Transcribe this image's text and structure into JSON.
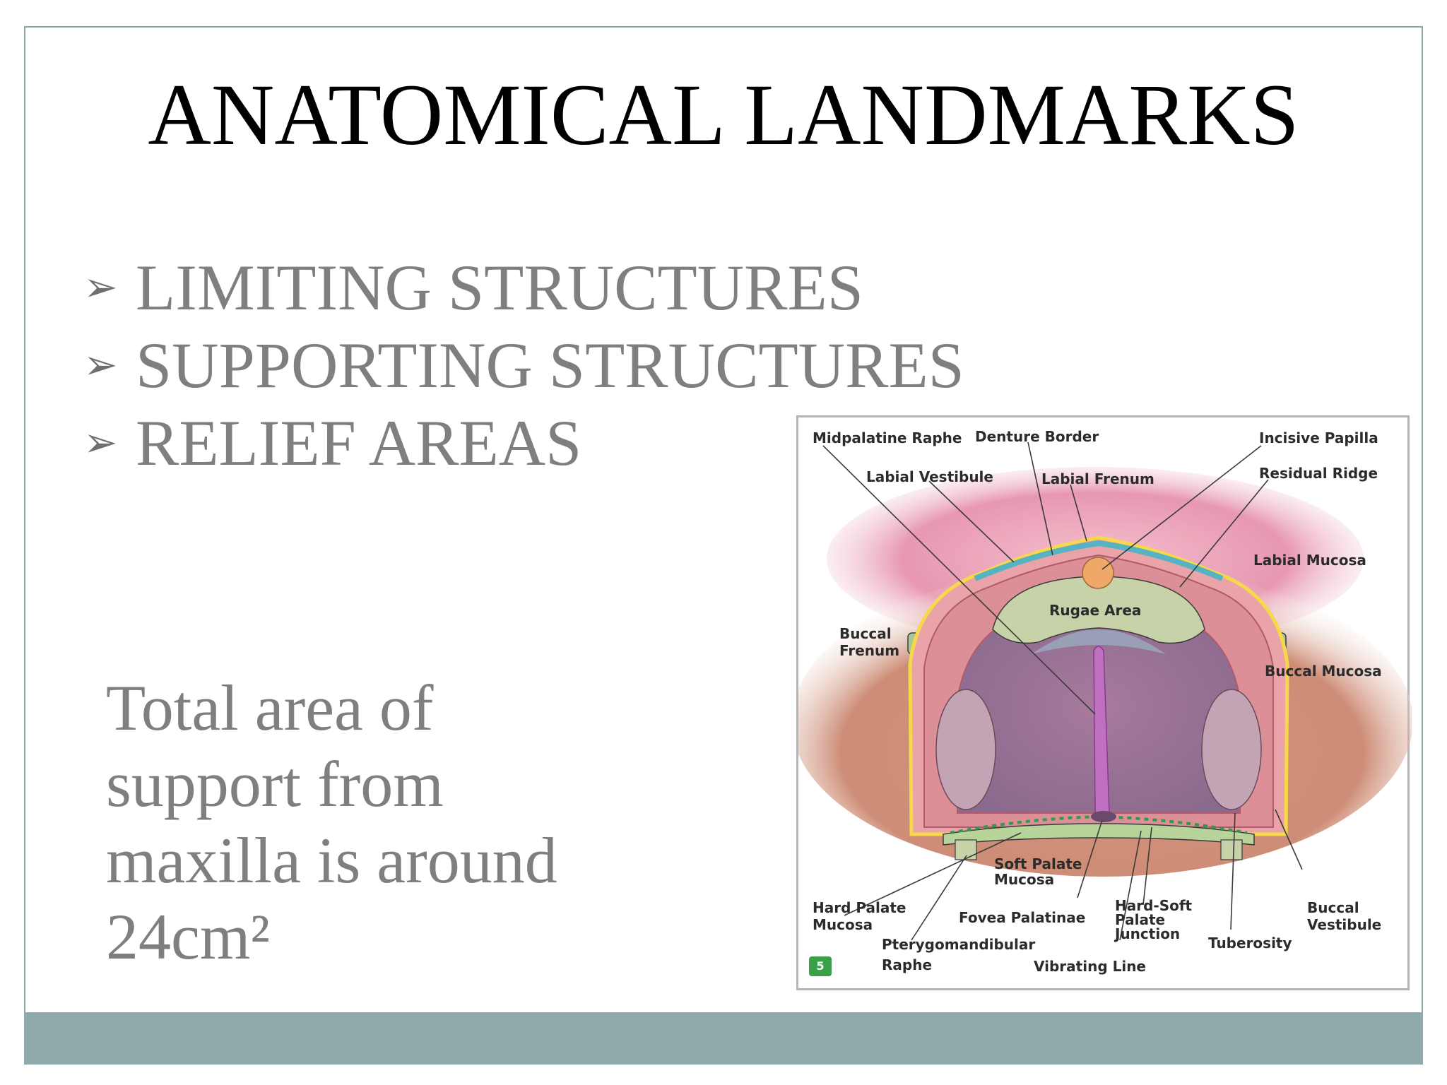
{
  "slide": {
    "title": "ANATOMICAL LANDMARKS",
    "bullets": [
      {
        "icon": "arrowhead-bullet-icon",
        "label": "LIMITING STRUCTURES"
      },
      {
        "icon": "arrowhead-bullet-icon",
        "label": "SUPPORTING STRUCTURES"
      },
      {
        "icon": "arrowhead-bullet-icon",
        "label": "RELIEF AREAS"
      }
    ],
    "support_text": {
      "line1": "Total area of",
      "line2": "support from",
      "line3": "maxilla is around",
      "line4": "24cm²"
    },
    "colors": {
      "title": "#000000",
      "body_text": "#7f7f7f",
      "footer_band": "#8eaaa9",
      "frame_border": "#8aa6a6"
    }
  },
  "diagram": {
    "labels": {
      "midpalatine_raphe": "Midpalatine Raphe",
      "denture_border": "Denture Border",
      "incisive_papilla": "Incisive Papilla",
      "labial_vestibule": "Labial Vestibule",
      "labial_frenum": "Labial Frenum",
      "residual_ridge": "Residual Ridge",
      "labial_mucosa": "Labial Mucosa",
      "rugae_area": "Rugae Area",
      "buccal_frenum_1": "Buccal",
      "buccal_frenum_2": "Frenum",
      "buccal_mucosa": "Buccal Mucosa",
      "soft_palate_mucosa_1": "Soft Palate",
      "soft_palate_mucosa_2": "Mucosa",
      "hard_palate_mucosa_1": "Hard Palate",
      "hard_palate_mucosa_2": "Mucosa",
      "fovea_palatinae": "Fovea Palatinae",
      "hard_soft_junction_1": "Hard-Soft",
      "hard_soft_junction_2": "Palate",
      "hard_soft_junction_3": "Junction",
      "buccal_vestibule_1": "Buccal",
      "buccal_vestibule_2": "Vestibule",
      "pterygomandibular_raphe_1": "Pterygomandibular",
      "pterygomandibular_raphe_2": "Raphe",
      "tuberosity": "Tuberosity",
      "vibrating_line": "Vibrating Line"
    },
    "figure_badge": "5",
    "badge_color": "#3aa14a"
  }
}
